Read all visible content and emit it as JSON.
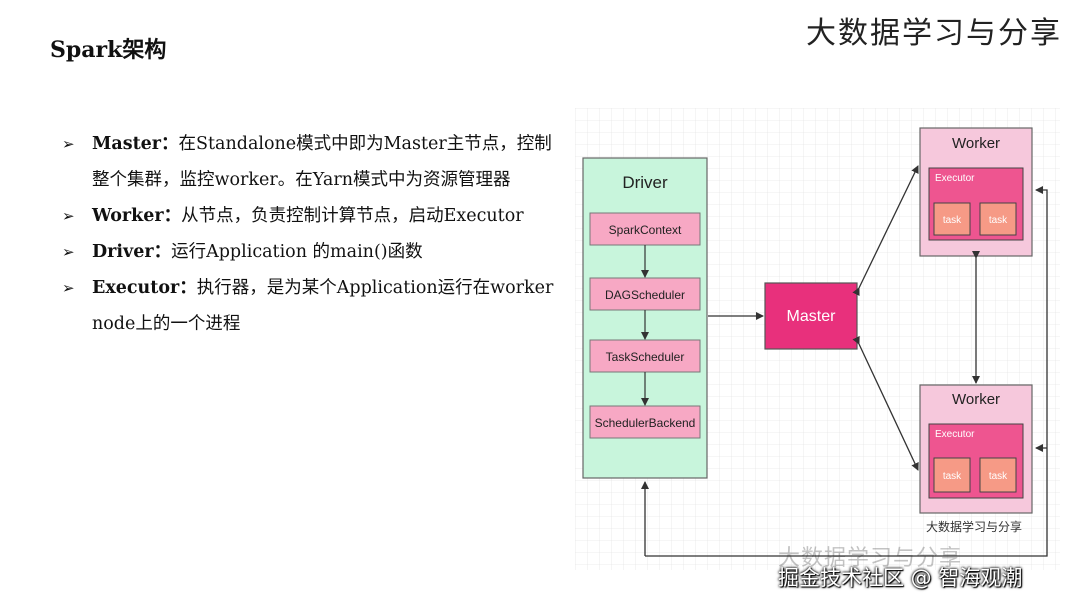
{
  "header": {
    "title": "Spark架构",
    "brand": "大数据学习与分享"
  },
  "bullets": [
    {
      "term": "Master：",
      "text": "在Standalone模式中即为Master主节点，控制整个集群，监控worker。在Yarn模式中为资源管理器"
    },
    {
      "term": "Worker：",
      "text": "从节点，负责控制计算节点，启动Executor"
    },
    {
      "term": "Driver：",
      "text": "运行Application 的main()函数"
    },
    {
      "term": "Executor：",
      "text": "执行器，是为某个Application运行在worker node上的一个进程"
    }
  ],
  "bullet_marker": "➢",
  "diagram": {
    "driver": {
      "title": "Driver",
      "components": [
        "SparkContext",
        "DAGScheduler",
        "TaskScheduler",
        "SchedulerBackend"
      ]
    },
    "master": "Master",
    "workers": [
      {
        "title": "Worker",
        "executor": "Executor",
        "tasks": [
          "task",
          "task"
        ]
      },
      {
        "title": "Worker",
        "executor": "Executor",
        "tasks": [
          "task",
          "task"
        ]
      }
    ],
    "colors": {
      "driver_bg": "#c8f5dc",
      "component_bg": "#f7a8c4",
      "master_bg": "#e8307c",
      "worker_bg": "#f6c8dc",
      "executor_bg": "#ee5590",
      "task_bg": "#f69a86"
    }
  },
  "watermarks": {
    "small": "大数据学习与分享",
    "large": "大数据学习与分享",
    "footer": "掘金技术社区 @ 智海观潮"
  }
}
